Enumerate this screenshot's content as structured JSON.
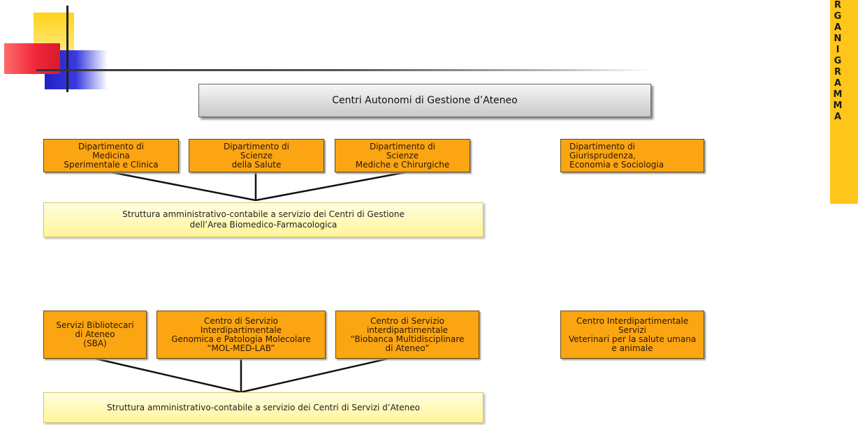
{
  "header": {
    "title": "Centri Autonomi di Gestione d’Ateneo"
  },
  "side_banner": {
    "letters": [
      "R",
      "G",
      "A",
      "N",
      "I",
      "G",
      "R",
      "A",
      "M",
      "M",
      "A"
    ]
  },
  "group1": {
    "departments": [
      "Dipartimento di\nMedicina\nSperimentale e Clinica",
      "Dipartimento di\nScienze\ndella Salute",
      "Dipartimento di\nScienze\nMediche e Chirurgiche"
    ],
    "admin_structure": "Struttura amministrativo-contabile  a servizio dei Centri di Gestione\ndell’Area Biomedico-Farmacologica"
  },
  "standalone_department": "Dipartimento di Giurisprudenza,\nEconomia e Sociologia",
  "group2": {
    "centers": [
      "Servizi Bibliotecari\ndi Ateneo\n(SBA)",
      "Centro di Servizio\nInterdipartimentale\nGenomica e Patologia Molecolare\n“MOL-MED-LAB”",
      "Centro di Servizio\ninterdipartimentale\n“Biobanca Multidisciplinare\ndi Ateneo”"
    ],
    "admin_structure": "Struttura amministrativo-contabile  a servizio dei Centri di Servizi d’Ateneo"
  },
  "standalone_center": "Centro Interdipartimentale  Servizi\nVeterinari per la salute umana\ne animale",
  "colors": {
    "orange_box": "#fba512",
    "yellow_box": "#fff59a",
    "title_box": "#d8d8d8",
    "banner": "#ffc51a",
    "connector": "#111111"
  }
}
